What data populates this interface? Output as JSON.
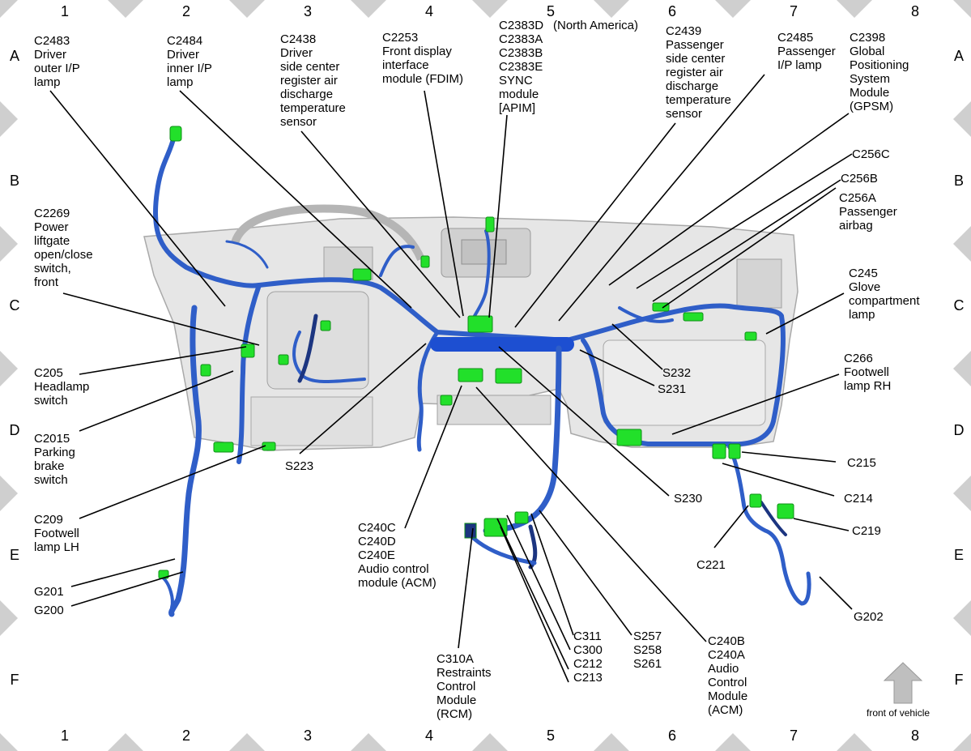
{
  "grid": {
    "columns": [
      "1",
      "2",
      "3",
      "4",
      "5",
      "6",
      "7",
      "8"
    ],
    "rows": [
      "A",
      "B",
      "C",
      "D",
      "E",
      "F"
    ]
  },
  "labels": {
    "c2483": "C2483\nDriver\nouter I/P\nlamp",
    "c2484": "C2484\nDriver\ninner I/P\nlamp",
    "c2438": "C2438\nDriver\nside center\nregister air\ndischarge\ntemperature\nsensor",
    "c2253": "C2253\nFront display\ninterface\nmodule (FDIM)",
    "c2383": "C2383D\nC2383A\nC2383B\nC2383E\nSYNC\nmodule\n[APIM]",
    "north_america": "(North America)",
    "c2439": "C2439\nPassenger\nside center\nregister air\ndischarge\ntemperature\nsensor",
    "c2485": "C2485\nPassenger\nI/P lamp",
    "c2398": "C2398\nGlobal\nPositioning\nSystem\nModule\n(GPSM)",
    "c256c": "C256C",
    "c256b": "C256B",
    "c256a": "C256A\nPassenger\nairbag",
    "c2269": "C2269\nPower\nliftgate\nopen/close\nswitch,\nfront",
    "c245": "C245\nGlove\ncompartment\nlamp",
    "c205": "C205\nHeadlamp\nswitch",
    "c266": "C266\nFootwell\nlamp RH",
    "s232": "S232",
    "s231": "S231",
    "c2015": "C2015\nParking\nbrake\nswitch",
    "s223": "S223",
    "c215": "C215",
    "c209": "C209\nFootwell\nlamp LH",
    "c214": "C214",
    "s230": "S230",
    "c240c": "C240C\nC240D\nC240E\nAudio control\nmodule (ACM)",
    "c219": "C219",
    "c221": "C221",
    "g201": "G201",
    "g200": "G200",
    "g202": "G202",
    "c311": "C311\nC300\nC212\nC213",
    "s257": "S257\nS258\nS261",
    "c240b": "C240B\nC240A\nAudio\nControl\nModule\n(ACM)",
    "c310a": "C310A\nRestraints\nControl\nModule\n(RCM)"
  },
  "front_of_vehicle": "front of vehicle",
  "colors": {
    "harness": "#2f5ec8",
    "harness_dark": "#1c3580",
    "connector": "#22e02a",
    "connector_dark": "#0f8f17",
    "panel": "#e3e3e3",
    "panel_edge": "#a9a9a9",
    "frame_diamond": "#cfcfcf",
    "arrow": "#bfbfbf"
  },
  "icons": {
    "front_arrow": "up-arrow-icon"
  }
}
